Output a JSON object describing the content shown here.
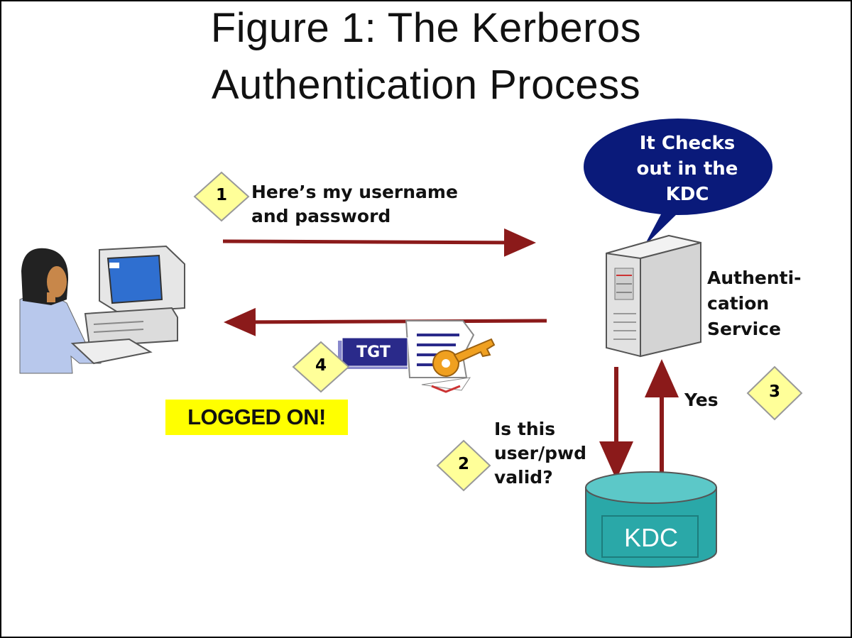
{
  "title": {
    "line1": "Figure 1: The  Kerberos",
    "line2": "Authentication Process"
  },
  "steps": [
    {
      "number": "1",
      "text_line1": "Here’s my username",
      "text_line2": "and password"
    },
    {
      "number": "2",
      "text_line1": "Is this",
      "text_line2": "user/pwd",
      "text_line3": "valid?"
    },
    {
      "number": "3",
      "text": "Yes"
    },
    {
      "number": "4",
      "badge": "TGT"
    }
  ],
  "bubble": {
    "line1": "It Checks",
    "line2": "out in the",
    "line3": "KDC"
  },
  "server_label": {
    "line1": "Authenti-",
    "line2": "cation",
    "line3": "Service"
  },
  "kdc_label": "KDC",
  "status": "LOGGED ON!",
  "colors": {
    "arrow": "#8b1a1a",
    "diamond": "#ffff99",
    "bubble": "#0a1a7a",
    "kdc": "#2aa8a8",
    "tgt_badge": "#2a2a8a",
    "status_bg": "#ffff00"
  },
  "icons": [
    "user-at-computer-icon",
    "server-icon",
    "database-icon",
    "certificate-icon",
    "key-icon"
  ]
}
